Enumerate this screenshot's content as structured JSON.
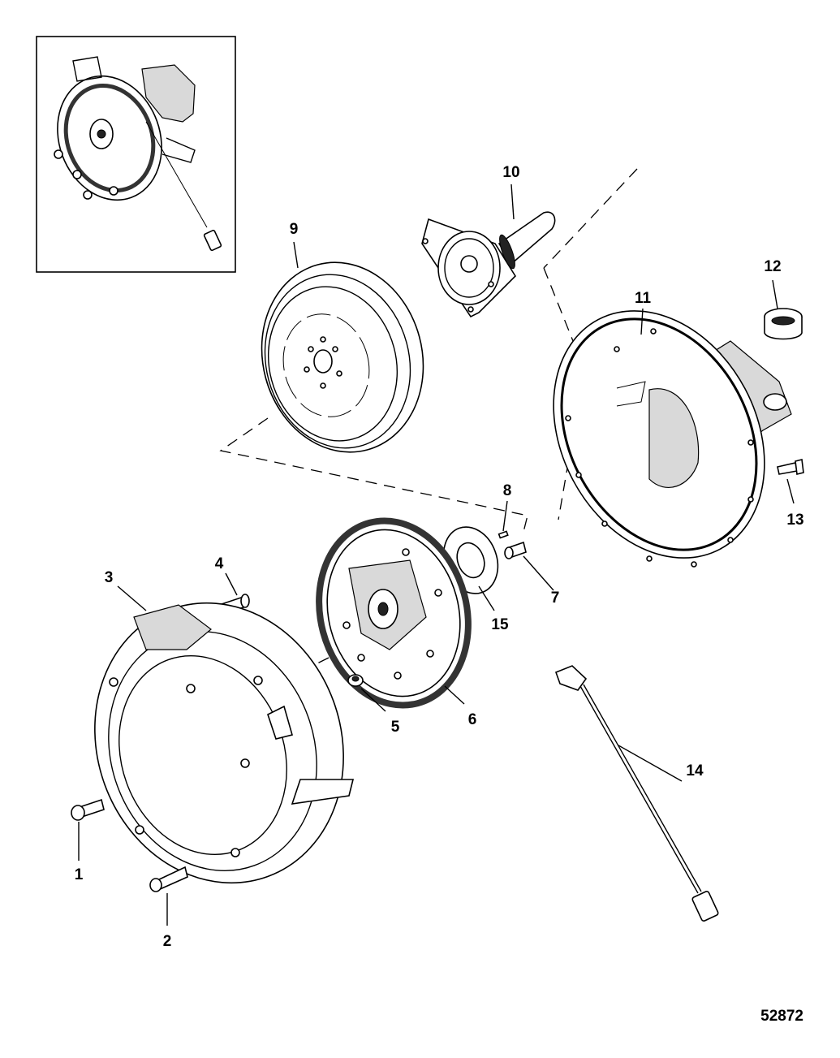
{
  "figure_number": "52872",
  "callouts": [
    "1",
    "2",
    "3",
    "4",
    "5",
    "6",
    "7",
    "8",
    "9",
    "10",
    "11",
    "12",
    "13",
    "14",
    "15"
  ]
}
